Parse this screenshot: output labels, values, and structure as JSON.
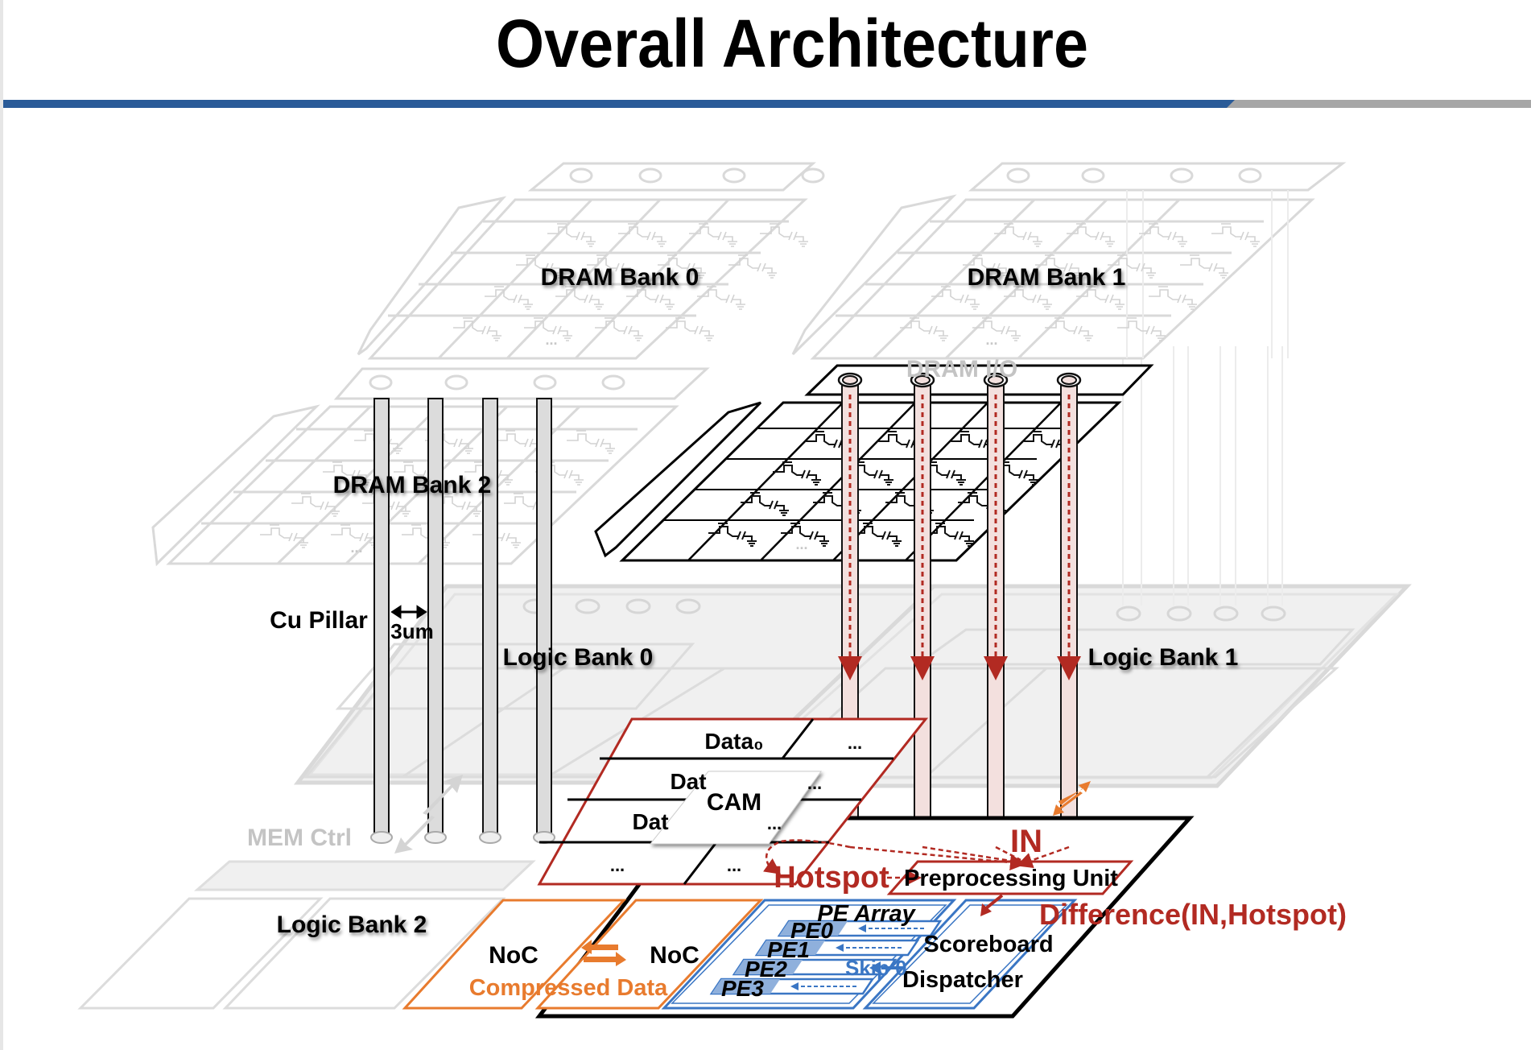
{
  "page": {
    "title": "Overall Architecture",
    "colors": {
      "title_bar_blue": "#2a5b98",
      "title_bar_gray": "#a6a6a6",
      "dram_red": "#b22a22",
      "noc_orange": "#e87b2e",
      "pe_blue": "#3a76c4",
      "faded_gray": "#d9d9d9"
    }
  },
  "diagram": {
    "dram_banks": [
      {
        "label": "DRAM Bank 0",
        "state": "faded",
        "ellipsis": "..."
      },
      {
        "label": "DRAM Bank 1",
        "state": "faded",
        "ellipsis": "..."
      },
      {
        "label": "DRAM Bank 2",
        "state": "faded",
        "ellipsis": "..."
      },
      {
        "label": "",
        "state": "active",
        "ellipsis": "..."
      }
    ],
    "dram_io_label": "DRAM I/O",
    "logic_banks": [
      {
        "label": "Logic Bank 0"
      },
      {
        "label": "Logic Bank 1"
      },
      {
        "label": "Logic Bank 2"
      }
    ],
    "cu_pillar_label": "Cu Pillar",
    "pillar_pitch_label": "3um",
    "mem_ctrl_label": "MEM Ctrl",
    "cam": {
      "label": "CAM",
      "cells": [
        "Data₀",
        "...",
        "Dat",
        "...",
        "Dat",
        "...",
        "...",
        "..."
      ]
    },
    "in_label": "IN",
    "hotspot_label": "Hotspot",
    "preprocessing_unit_label": "Preprocessing Unit",
    "difference_label": "Difference(IN,Hotspot)",
    "pe_array": {
      "label": "PE Array",
      "pes": [
        "PE0",
        "PE1",
        "PE2",
        "PE3"
      ],
      "skip_label": "Skip 0"
    },
    "scoreboard_label": "Scoreboard",
    "dispatcher_label": "Dispatcher",
    "noc_left_label": "NoC",
    "noc_right_label": "NoC",
    "compressed_data_label": "Compressed Data"
  }
}
